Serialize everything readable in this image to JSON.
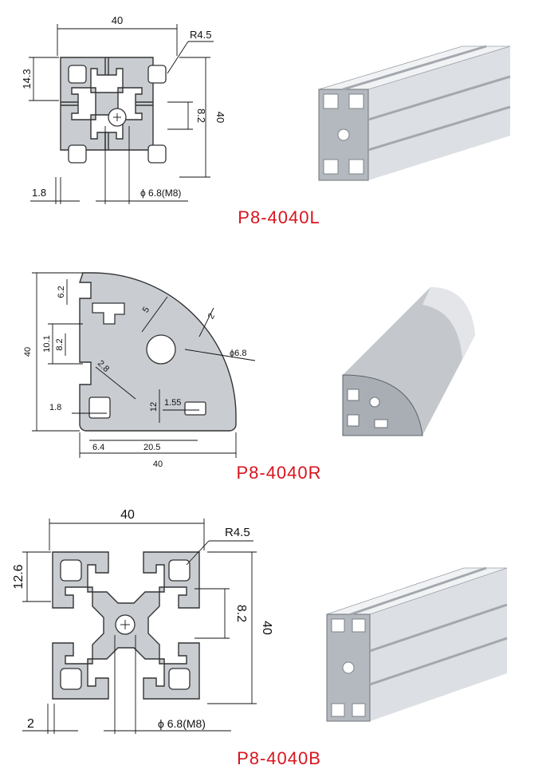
{
  "colors": {
    "caption": "#d8141e",
    "profile": "#c9cdd2",
    "line": "#111111"
  },
  "profiles": [
    {
      "name": "P8-4040L",
      "dims": {
        "width": "40",
        "height": "40",
        "radius": "R4.5",
        "top": "14.3",
        "slot": "8.2",
        "wall": "1.8",
        "hole": "ϕ 6.8(M8)"
      }
    },
    {
      "name": "P8-4040R",
      "dims": {
        "width": "40",
        "height": "40",
        "a": "6.2",
        "b": "5",
        "c": "2",
        "d": "10.1",
        "e": "8.2",
        "hole": "ϕ6.8",
        "f": "2.8",
        "g": "12",
        "h": "1.55",
        "wall": "1.8",
        "i": "6.4",
        "j": "20.5"
      }
    },
    {
      "name": "P8-4040B",
      "dims": {
        "width": "40",
        "height": "40",
        "radius": "R4.5",
        "top": "12.6",
        "slot": "8.2",
        "wall": "2",
        "hole": "ϕ 6.8(M8)"
      }
    }
  ]
}
